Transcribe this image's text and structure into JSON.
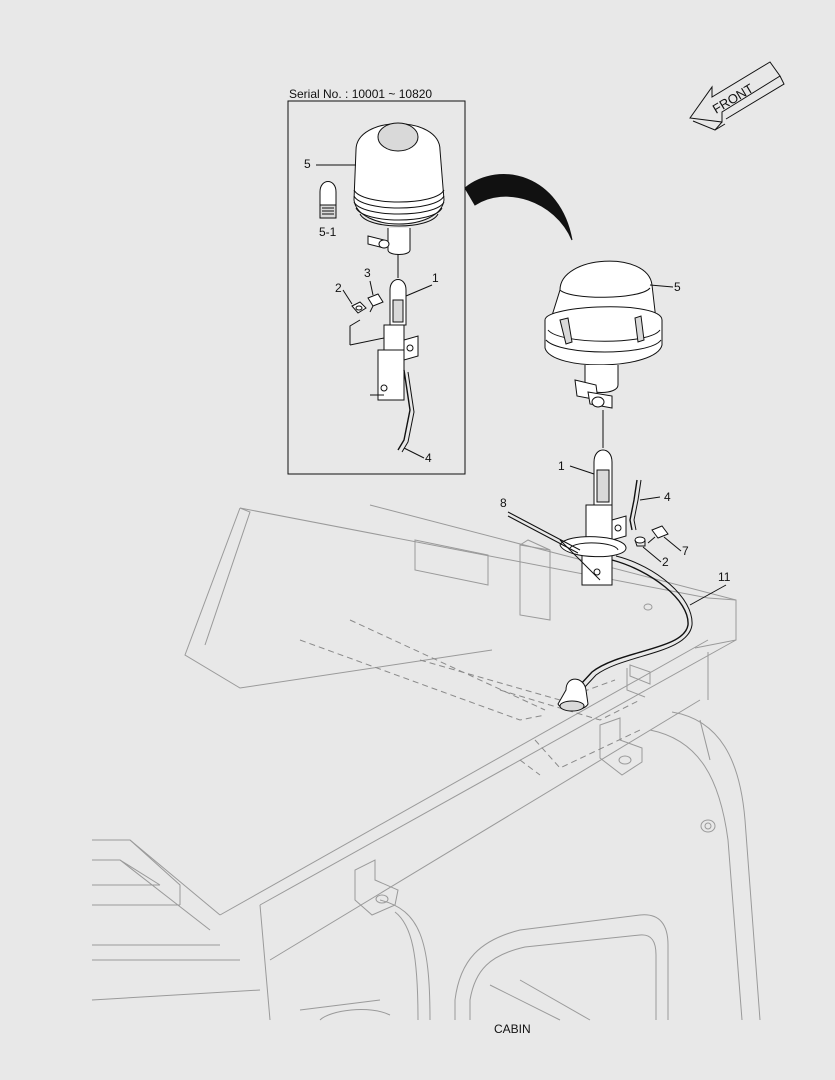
{
  "inset": {
    "serial_label": "Serial No. : 10001 ~ 10820"
  },
  "direction_arrow": {
    "label": "FRONT"
  },
  "callouts": {
    "inset_beacon": "5",
    "inset_bulb": "5-1",
    "inset_bracket": "1",
    "inset_bolt": "3",
    "inset_nut": "2",
    "inset_tube": "4",
    "main_beacon": "5",
    "main_bracket": "1",
    "main_tube": "4",
    "main_cable_tie": "8",
    "main_nut": "2",
    "main_bolt": "7",
    "main_harness": "11"
  },
  "cabin_label": "CABIN"
}
